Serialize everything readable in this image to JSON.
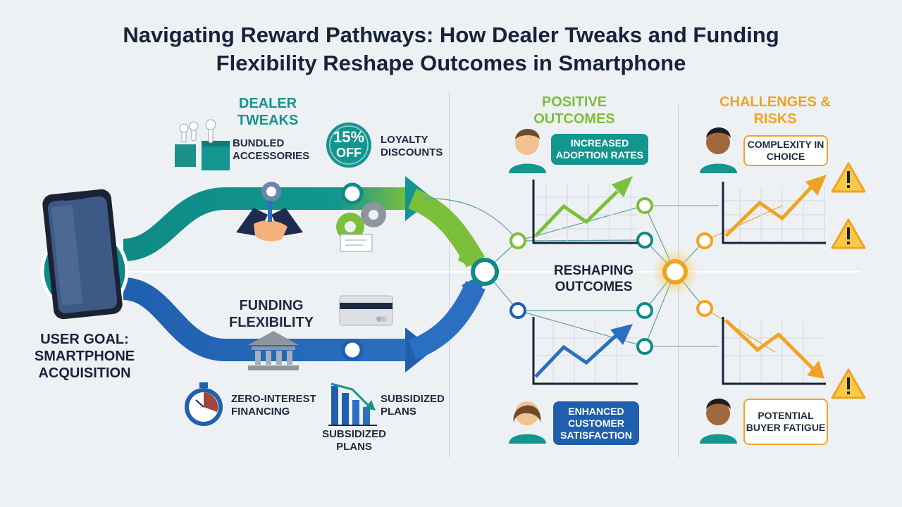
{
  "title_line1": "Navigating Reward Pathways: How Dealer Tweaks and Funding",
  "title_line2": "Flexibility Reshape Outcomes in Smartphone",
  "user_goal": "User Goal: Smartphone Acquisition",
  "dealer": {
    "header": "Dealer Tweaks",
    "items": {
      "bundled": "Bundled Accessories",
      "loyalty": "Loyalty Discounts",
      "badge_pct": "15%",
      "badge_off": "OFF"
    }
  },
  "funding": {
    "header": "Funding Flexibility",
    "items": {
      "zero": "Zero-Interest Financing",
      "subsidized_a": "Subsidized Plans",
      "subsidized_b": "Subsidized Plans"
    }
  },
  "center_label": "Reshaping Outcomes",
  "positive": {
    "header": "Positive Outcomes",
    "callout_top": "Increased Adoption Rates",
    "callout_bottom": "Enhanced Customer Satisfaction"
  },
  "challenges": {
    "header": "Challenges & Risks",
    "callout_top": "Complexity in Choice",
    "callout_bottom": "Potential Buyer Fatigue"
  },
  "colors": {
    "teal": "#12968f",
    "blue": "#1f5fae",
    "green": "#7cbf3a",
    "orange": "#f0a323",
    "navy": "#16233a"
  },
  "icons": [
    "smartphone-icon",
    "earbuds-icon",
    "handshake-icon",
    "gears-icon",
    "credit-card-icon",
    "bank-icon",
    "stopwatch-icon",
    "bar-chart-icon",
    "warning-icon"
  ]
}
